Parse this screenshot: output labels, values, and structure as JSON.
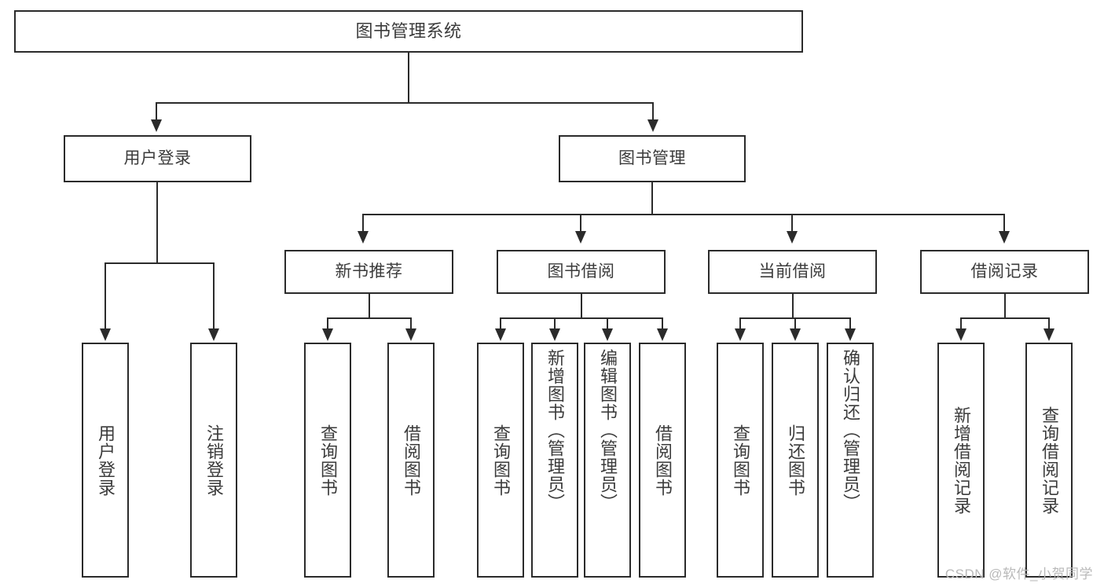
{
  "diagram": {
    "title": "图书管理系统",
    "watermark": "CSDN @软件_小贺同学",
    "root": {
      "label": "图书管理系统"
    },
    "level2": [
      {
        "label": "用户登录"
      },
      {
        "label": "图书管理"
      }
    ],
    "level3": [
      {
        "label": "新书推荐"
      },
      {
        "label": "图书借阅"
      },
      {
        "label": "当前借阅"
      },
      {
        "label": "借阅记录"
      }
    ],
    "leaves": {
      "user_login": [
        {
          "label": "用户登录"
        },
        {
          "label": "注销登录"
        }
      ],
      "new_books": [
        {
          "label": "查询图书"
        },
        {
          "label": "借阅图书"
        }
      ],
      "book_borrow": [
        {
          "label": "查询图书"
        },
        {
          "label": "新增图书（管理员）"
        },
        {
          "label": "编辑图书（管理员）"
        },
        {
          "label": "借阅图书"
        }
      ],
      "current_borrow": [
        {
          "label": "查询图书"
        },
        {
          "label": "归还图书"
        },
        {
          "label": "确认归还（管理员）"
        }
      ],
      "borrow_record": [
        {
          "label": "新增借阅记录"
        },
        {
          "label": "查询借阅记录"
        }
      ]
    },
    "colors": {
      "stroke": "#2b2b2b",
      "text": "#3b3b3b",
      "background": "#ffffff",
      "watermark": "#b9b9b9"
    }
  }
}
